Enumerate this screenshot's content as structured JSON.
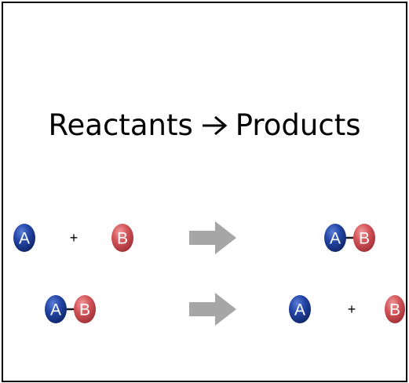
{
  "title": {
    "reactants": "Reactants",
    "products": "Products"
  },
  "atoms": {
    "a_label": "A",
    "b_label": "B",
    "a_color": "#1f3f99",
    "b_color": "#cc4a4e"
  },
  "plus_symbol": "+",
  "colors": {
    "arrow": "#a6a6a6",
    "bond": "#1a1a1a"
  }
}
